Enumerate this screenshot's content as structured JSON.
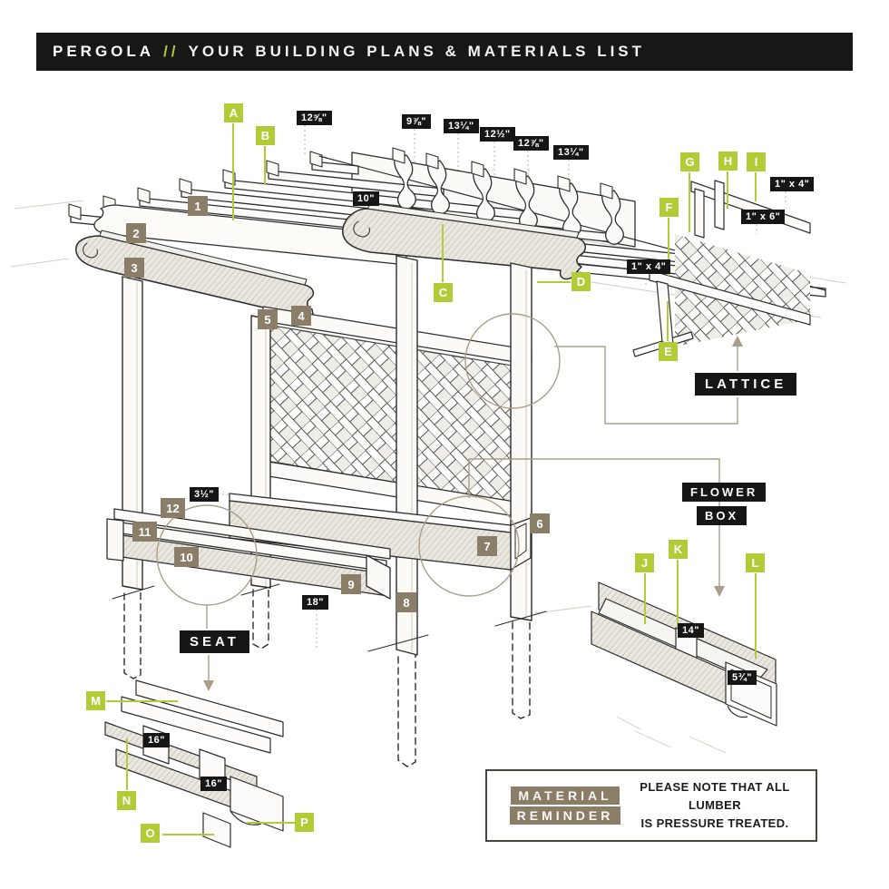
{
  "header": {
    "brand": "PERGOLA",
    "separator": "//",
    "title": "YOUR BUILDING PLANS & MATERIALS LIST"
  },
  "part_letters": {
    "a": "A",
    "b": "B",
    "c": "C",
    "d": "D",
    "e": "E",
    "f": "F",
    "g": "G",
    "h": "H",
    "i": "I",
    "j": "J",
    "k": "K",
    "l": "L",
    "m": "M",
    "n": "N",
    "o": "O",
    "p": "P"
  },
  "part_numbers": {
    "n1": "1",
    "n2": "2",
    "n3": "3",
    "n4": "4",
    "n5": "5",
    "n6": "6",
    "n7": "7",
    "n8": "8",
    "n9": "9",
    "n10": "10",
    "n11": "11",
    "n12": "12"
  },
  "dimensions": {
    "rafter_gap_1": "12⅝\"",
    "rafter_gap_2": "9⅞\"",
    "rafter_gap_3": "13¼\"",
    "rafter_gap_4": "12½\"",
    "rafter_gap_5": "12⅞\"",
    "rafter_gap_6": "13¼\"",
    "beam_height": "10\"",
    "lattice_rail_top": "1\" x 4\"",
    "lattice_rail_mid": "1\" x 6\"",
    "lattice_rail_left": "1\" x 4\"",
    "seat_board_width": "3½\"",
    "seat_height": "18\"",
    "flowerbox_width": "14\"",
    "flowerbox_end_height": "5¾\"",
    "seat_cleat_spacing_1": "16\"",
    "seat_cleat_spacing_2": "16\""
  },
  "callouts": {
    "lattice": "LATTICE",
    "seat": "SEAT",
    "flower_line1": "FLOWER",
    "flower_line2": "BOX"
  },
  "note": {
    "chip_line1": "MATERIAL",
    "chip_line2": "REMINDER",
    "text_line1": "PLEASE NOTE THAT ALL LUMBER",
    "text_line2": "IS PRESSURE TREATED."
  },
  "colors": {
    "accent_green": "#b2cb37",
    "label_taupe": "#8b7e69",
    "dim_black": "#161616",
    "connector_tan": "#a99c87"
  }
}
